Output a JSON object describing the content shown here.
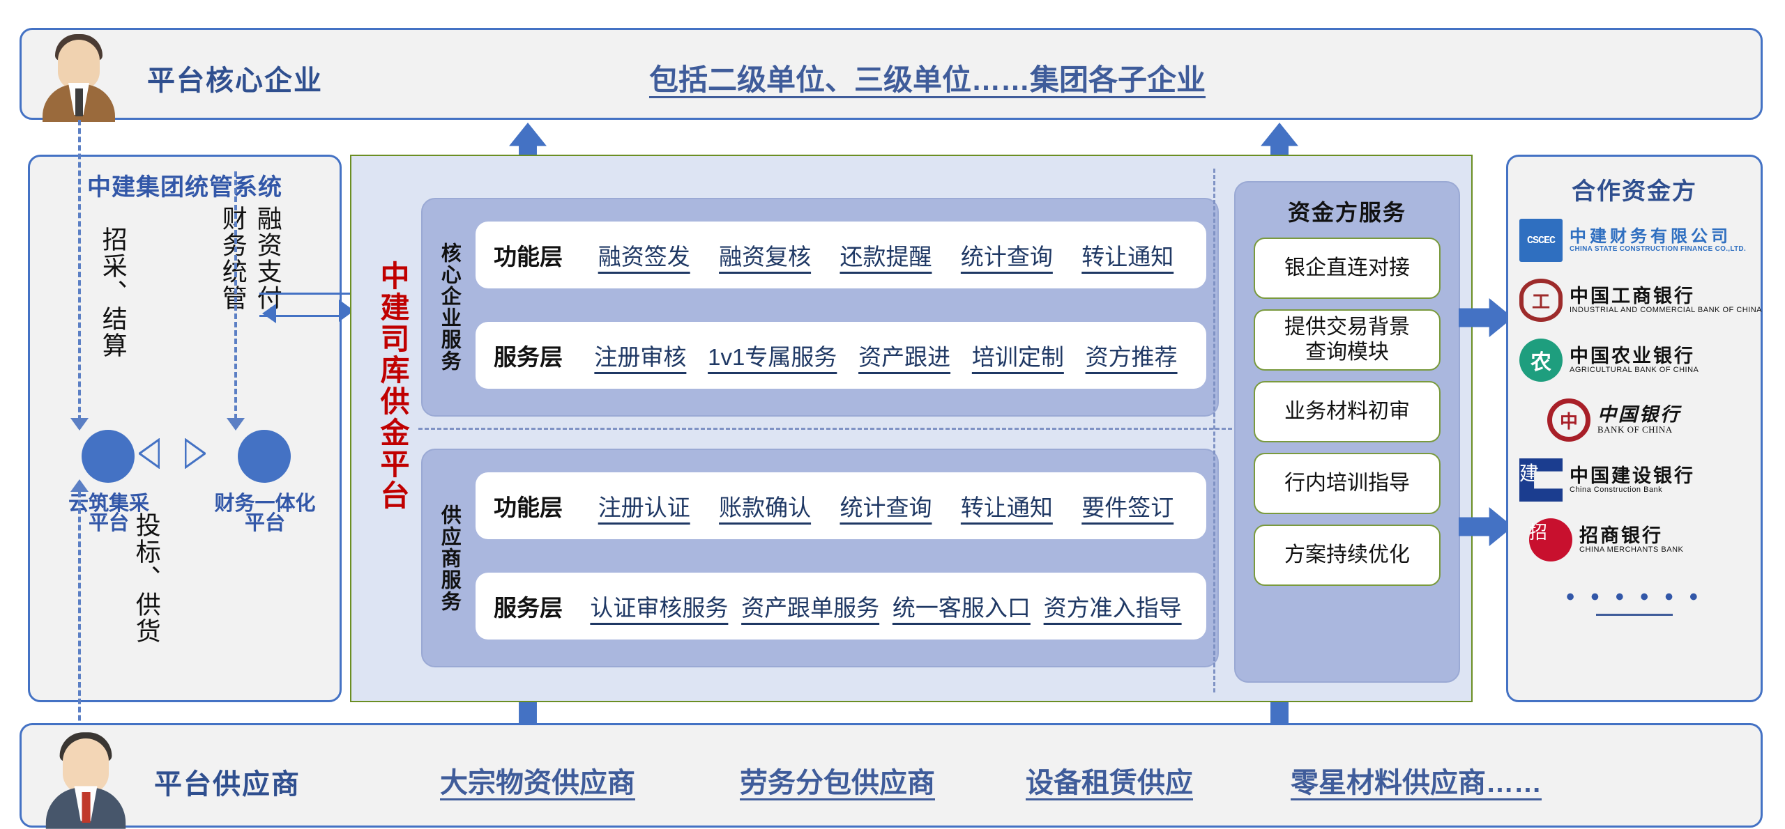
{
  "top_actor": {
    "name": "平台核心企业",
    "detail": "包括二级单位、三级单位……集团各子企业",
    "avatar": "core-enterprise-avatar"
  },
  "bottom_actor": {
    "name": "平台供应商",
    "items": [
      "大宗物资供应商",
      "劳务分包供应商",
      "设备租赁供应",
      "零星材料供应商……"
    ],
    "avatar": "supplier-avatar"
  },
  "sidebar": {
    "title": "中建集团统管系统",
    "flow_labels": {
      "procurement": "招采、结算",
      "finance": "财务统管",
      "funding": "融资支付",
      "bidding": "投标、供货"
    },
    "nodes": [
      {
        "label": "云筑集采\n平台",
        "line1": "云筑集采",
        "line2": "平台"
      },
      {
        "label": "财务一体化\n平台",
        "line1": "财务一体化",
        "line2": "平台"
      }
    ]
  },
  "platform": {
    "title": "中建司库供金平台",
    "groups": [
      {
        "side_label": "核心企业服务",
        "rows": [
          {
            "label": "功能层",
            "items": [
              "融资签发",
              "融资复核",
              "还款提醒",
              "统计查询",
              "转让通知"
            ]
          },
          {
            "label": "服务层",
            "items": [
              "注册审核",
              "1v1专属服务",
              "资产跟进",
              "培训定制",
              "资方推荐"
            ]
          }
        ]
      },
      {
        "side_label": "供应商服务",
        "rows": [
          {
            "label": "功能层",
            "items": [
              "注册认证",
              "账款确认",
              "统计查询",
              "转让通知",
              "要件签订"
            ]
          },
          {
            "label": "服务层",
            "items": [
              "认证审核服务",
              "资产跟单服务",
              "统一客服入口",
              "资方准入指导"
            ]
          }
        ]
      }
    ],
    "funder": {
      "title": "资金方服务",
      "items": [
        "银企直连对接",
        "提供交易背景\n查询模块",
        "业务材料初审",
        "行内培训指导",
        "方案持续优化"
      ]
    }
  },
  "banks": {
    "title": "合作资金方",
    "items": [
      {
        "mark": "CSCEC",
        "cn": "中建财务有限公司",
        "en": "CHINA STATE CONSTRUCTION FINANCE CO.,LTD.",
        "logo": "cscf-logo"
      },
      {
        "mark": "工",
        "cn": "中国工商银行",
        "en": "INDUSTRIAL AND COMMERCIAL BANK OF CHINA",
        "logo": "icbc-logo"
      },
      {
        "mark": "农",
        "cn": "中国农业银行",
        "en": "AGRICULTURAL BANK OF CHINA",
        "logo": "abc-logo"
      },
      {
        "mark": "中",
        "cn": "中国银行",
        "en": "BANK OF CHINA",
        "logo": "boc-logo"
      },
      {
        "mark": "建",
        "cn": "中国建设银行",
        "en": "China Construction Bank",
        "logo": "ccb-logo"
      },
      {
        "mark": "招",
        "cn": "招商银行",
        "en": "CHINA MERCHANTS BANK",
        "logo": "cmb-logo"
      }
    ],
    "more": "• • • • • •"
  },
  "colors": {
    "accent_blue": "#4472c4",
    "title_blue": "#2f4f8f",
    "platform_red": "#c00000",
    "panel_fill": "#dde4f3",
    "group_fill": "#aab7de",
    "green_border": "#6b8e23"
  }
}
